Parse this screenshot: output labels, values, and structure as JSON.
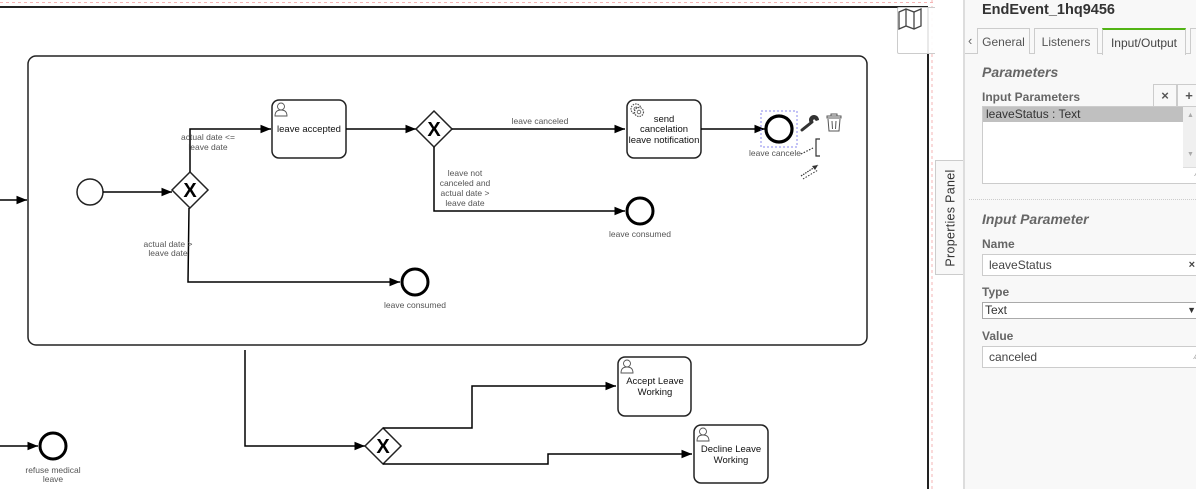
{
  "diagram": {
    "subprocess": {
      "start_event": {
        "label": ""
      },
      "gateway1": {
        "symbol": "X"
      },
      "flow_actual_le": "actual date <=\nleave date",
      "flow_actual_gt": "actual date >\nleave date",
      "task_leave_accepted": {
        "label": "leave accepted",
        "type": "user-task"
      },
      "gateway2": {
        "symbol": "X"
      },
      "flow_leave_canceled": "leave canceled",
      "flow_not_canceled": "leave not\ncanceled and\nactual date >\nleave date",
      "task_send_cancel": {
        "label": "send\ncancelation\nleave notification",
        "type": "service-task"
      },
      "end_leave_canceled": {
        "label": "leave cancele"
      },
      "end_leave_consumed_1": {
        "label": "leave consumed"
      },
      "end_leave_consumed_2": {
        "label": "leave consumed"
      }
    },
    "gateway3": {
      "symbol": "X"
    },
    "task_accept_working": {
      "label": "Accept Leave\nWorking",
      "type": "user-task"
    },
    "task_decline_working": {
      "label": "Decline Leave\nWorking",
      "type": "user-task"
    },
    "end_refuse_medical": {
      "label": "refuse medical\nleave"
    },
    "context_pad": [
      "wrench-icon",
      "trash-icon",
      "annotation-icon",
      "connect-icon"
    ]
  },
  "minimap_toggle": {
    "icon": "map-icon"
  },
  "properties_toggle": {
    "label": "Properties Panel"
  },
  "panel": {
    "title": "EndEvent_1hq9456",
    "tabs": [
      {
        "label": "General",
        "active": false
      },
      {
        "label": "Listeners",
        "active": false
      },
      {
        "label": "Input/Output",
        "active": true
      }
    ],
    "scroll_left": "‹",
    "parameters_heading": "Parameters",
    "input_parameters_label": "Input Parameters",
    "remove_btn": "×",
    "add_btn": "+",
    "input_parameters": [
      "leaveStatus : Text"
    ],
    "input_parameter_heading": "Input Parameter",
    "name_label": "Name",
    "name_value": "leaveStatus",
    "type_label": "Type",
    "type_value": "Text",
    "value_label": "Value",
    "value_value": "canceled"
  },
  "colors": {
    "accent": "#52b415",
    "selection": "#c0c0c0"
  }
}
